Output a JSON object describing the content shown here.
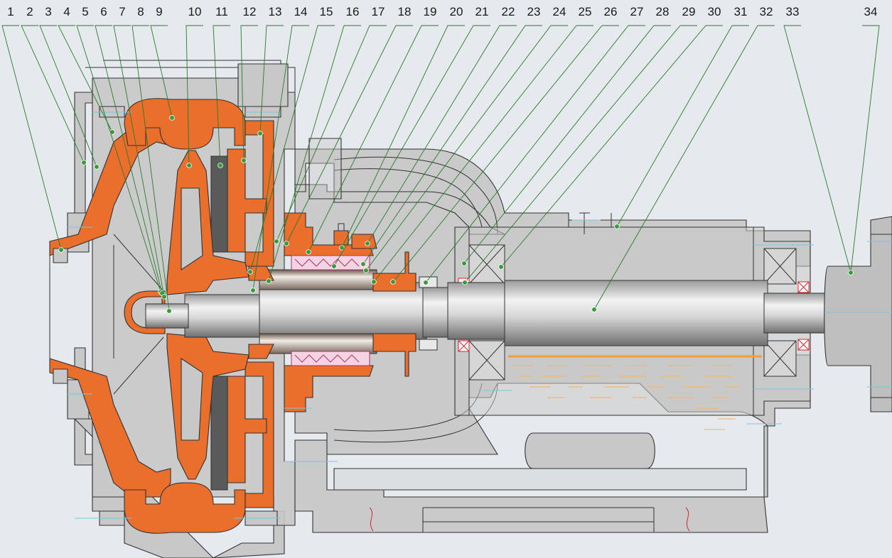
{
  "diagram": {
    "labels": [
      "1",
      "2",
      "3",
      "4",
      "5",
      "6",
      "7",
      "8",
      "9",
      "10",
      "11",
      "12",
      "13",
      "14",
      "15",
      "16",
      "17",
      "18",
      "19",
      "20",
      "21",
      "22",
      "23",
      "24",
      "25",
      "26",
      "27",
      "28",
      "29",
      "30",
      "31",
      "32",
      "33",
      "34"
    ],
    "colors": {
      "background": "#e6eaee",
      "housing": "#c8c8c8",
      "wetted_parts": "#ea6e2c",
      "liner": "#5a5a5a",
      "leader_line": "#2a7a2a",
      "seal_packing": "#b0306a",
      "oil_level": "#f0a030"
    }
  }
}
